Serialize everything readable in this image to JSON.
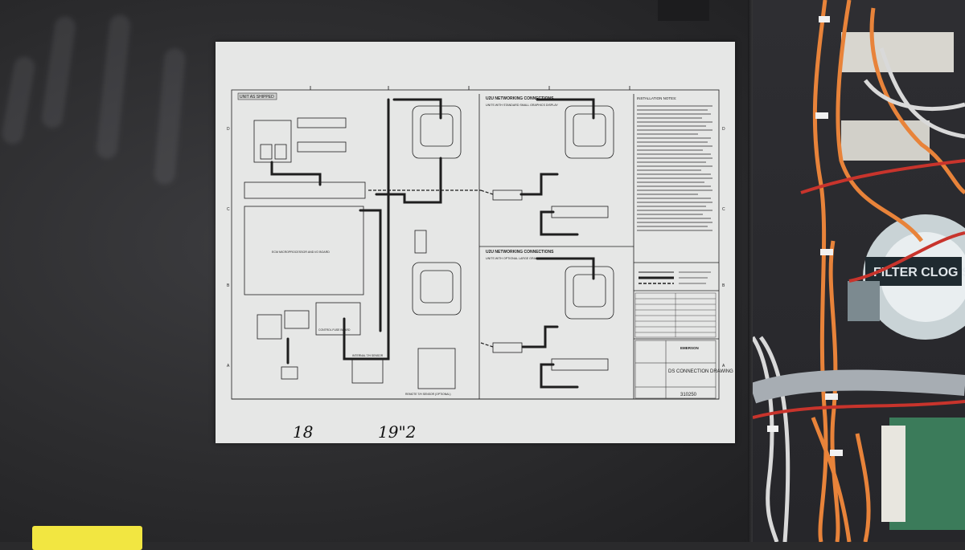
{
  "drawing": {
    "unit_as_shipped": "UNIT AS SHIPPED",
    "u2u_small_title": "U2U NETWORKING CONNECTIONS",
    "u2u_small_subtitle": "UNITS WITH STANDARD SMALL GRAPHICS DISPLAY",
    "u2u_large_title": "U2U NETWORKING CONNECTIONS",
    "u2u_large_subtitle": "UNITS WITH OPTIONAL LARGE GRAPHICS DISPLAY",
    "installation_notes": "INSTALLATION NOTES:",
    "ecm_board": "ECM MICROPROCESSOR AND I/O BOARD",
    "control_fuse_board": "CONTROL FUSE BOARD",
    "remote_sensor": "REMOTE T/H SENSOR (OPTIONAL)",
    "internal_sensor": "INTERNAL T/H SENSOR",
    "title_block_name": "DS CONNECTION DRAWING",
    "drawing_number": "310250",
    "logo_text": "EMERSON",
    "handwritten_1": "18",
    "handwritten_2": "19\"2"
  },
  "colors": {
    "paper": "#e6e7e6",
    "ink": "#1e1e1e",
    "panel": "#2c2c2e",
    "label_yellow": "#f2e641",
    "wire_orange": "#e8833a",
    "wire_white": "#d9d9d9",
    "wire_red": "#c8342c"
  }
}
